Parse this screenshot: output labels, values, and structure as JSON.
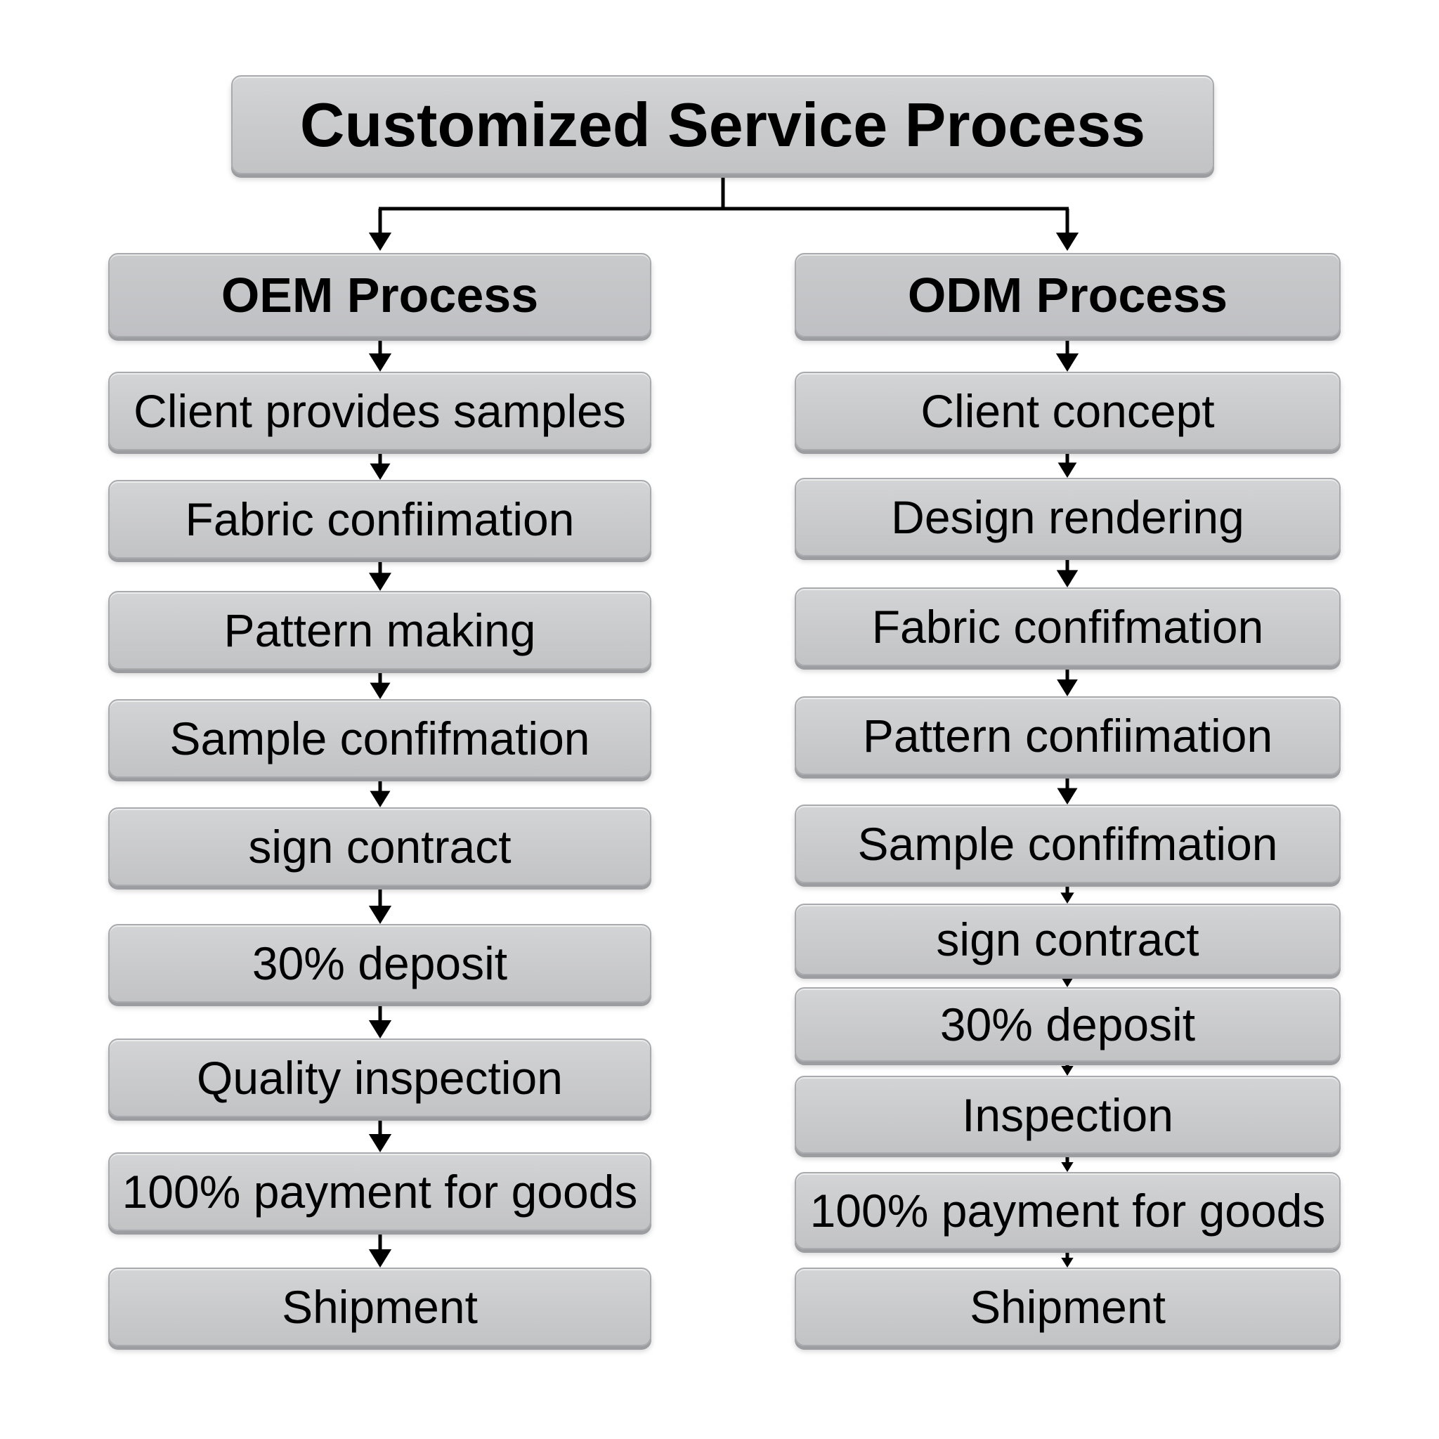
{
  "title": "Customized Service Process",
  "oem": {
    "header": "OEM Process",
    "steps": [
      "Client provides samples",
      "Fabric confiimation",
      "Pattern making",
      "Sample confifmation",
      "sign contract",
      "30% deposit",
      "Quality inspection",
      "100% payment for goods",
      "Shipment"
    ]
  },
  "odm": {
    "header": "ODM Process",
    "steps": [
      "Client concept",
      "Design rendering",
      "Fabric confifmation",
      "Pattern confiimation",
      "Sample confifmation",
      "sign contract",
      "30% deposit",
      "Inspection",
      "100% payment for goods",
      "Shipment"
    ]
  }
}
